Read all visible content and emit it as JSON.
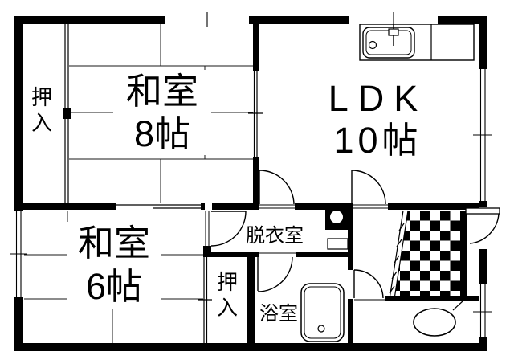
{
  "plan": {
    "type": "floor-plan",
    "rooms": {
      "washitsu8": {
        "line1": "和室",
        "line2": "8帖"
      },
      "ldk": {
        "line1": "LDK",
        "line2": "10帖"
      },
      "washitsu6": {
        "line1": "和室",
        "line2": "6帖"
      },
      "oshiire_top": {
        "label": "押入"
      },
      "oshiire_bottom": {
        "label": "押入"
      },
      "dressing": {
        "label": "脱衣室"
      },
      "bath": {
        "label": "浴室"
      }
    },
    "fixtures": [
      "kitchen-sink",
      "bathtub",
      "toilet-bowl",
      "washing-machine-pan",
      "genkan-tile-floor",
      "entrance-door"
    ],
    "colors": {
      "wall": "#000000",
      "floor": "#ffffff",
      "line": "#1a1a1a"
    }
  }
}
